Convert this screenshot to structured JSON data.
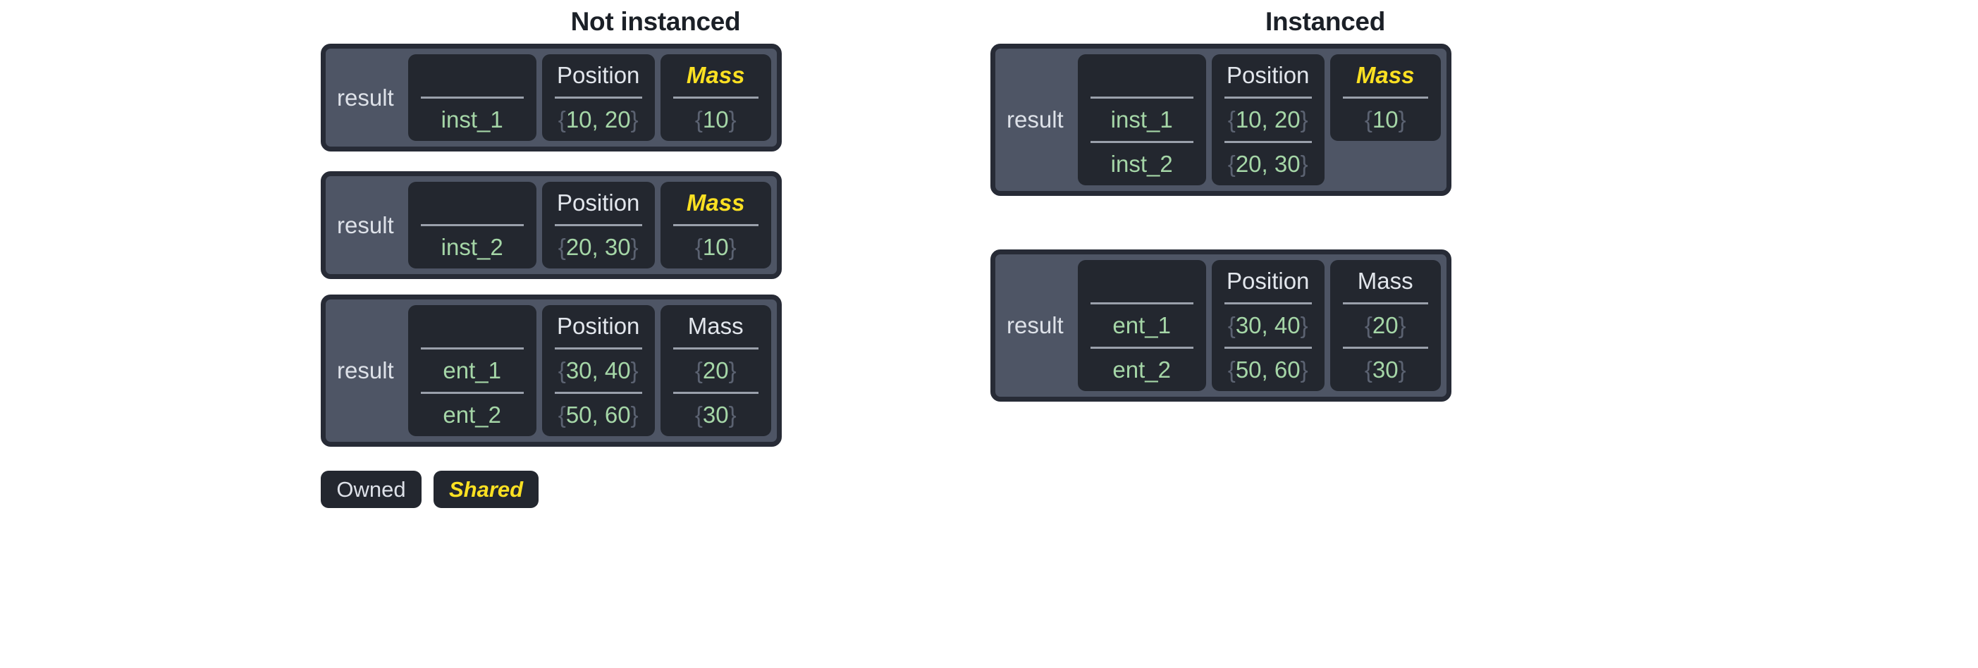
{
  "panels": {
    "left": {
      "title": "Not instanced",
      "tables": [
        {
          "label": "result",
          "columns": [
            {
              "header": "",
              "style": "blank"
            },
            {
              "header": "Position",
              "style": "owned"
            },
            {
              "header": "Mass",
              "style": "shared"
            }
          ],
          "rows": [
            {
              "name": "inst_1",
              "position": "{10, 20}",
              "mass": "{10}"
            }
          ]
        },
        {
          "label": "result",
          "columns": [
            {
              "header": "",
              "style": "blank"
            },
            {
              "header": "Position",
              "style": "owned"
            },
            {
              "header": "Mass",
              "style": "shared"
            }
          ],
          "rows": [
            {
              "name": "inst_2",
              "position": "{20, 30}",
              "mass": "{10}"
            }
          ]
        },
        {
          "label": "result",
          "columns": [
            {
              "header": "",
              "style": "blank"
            },
            {
              "header": "Position",
              "style": "owned"
            },
            {
              "header": "Mass",
              "style": "owned"
            }
          ],
          "rows": [
            {
              "name": "ent_1",
              "position": "{30, 40}",
              "mass": "{20}"
            },
            {
              "name": "ent_2",
              "position": "{50, 60}",
              "mass": "{30}"
            }
          ]
        }
      ]
    },
    "right": {
      "title": "Instanced",
      "tables": [
        {
          "label": "result",
          "columns": [
            {
              "header": "",
              "style": "blank"
            },
            {
              "header": "Position",
              "style": "owned"
            },
            {
              "header": "Mass",
              "style": "shared"
            }
          ],
          "rows": [
            {
              "name": "inst_1",
              "position": "{10, 20}",
              "mass": "{10}"
            },
            {
              "name": "inst_2",
              "position": "{20, 30}",
              "mass": null
            }
          ]
        },
        {
          "label": "result",
          "columns": [
            {
              "header": "",
              "style": "blank"
            },
            {
              "header": "Position",
              "style": "owned"
            },
            {
              "header": "Mass",
              "style": "owned"
            }
          ],
          "rows": [
            {
              "name": "ent_1",
              "position": "{30, 40}",
              "mass": "{20}"
            },
            {
              "name": "ent_2",
              "position": "{50, 60}",
              "mass": "{30}"
            }
          ]
        }
      ]
    }
  },
  "legend": [
    {
      "label": "Owned",
      "style": "owned"
    },
    {
      "label": "Shared",
      "style": "shared"
    }
  ],
  "colors": {
    "panel_fill": "#4e5565",
    "panel_border": "#272b36",
    "cell_fill": "#23272f",
    "owned_text": "#e2e6ec",
    "shared_text": "#fbe022",
    "value_text": "#a5d6a7",
    "brace_text": "#5b6271",
    "rule": "#9aa0ab",
    "page_bg": "#ffffff",
    "title_text": "#1b2027"
  }
}
